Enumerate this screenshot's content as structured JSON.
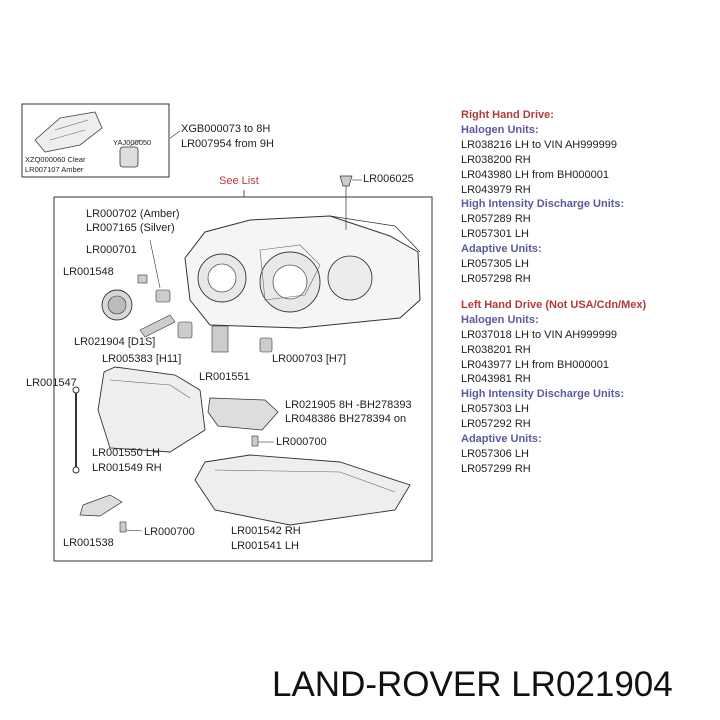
{
  "inset": {
    "callout_1": "XGB000073 to 8H",
    "callout_2": "LR007954 from 9H",
    "bulb_part": "YAJ000050",
    "lamp_line_1": "XZQ000060 Clear",
    "lamp_line_2": "LR007107 Amber"
  },
  "main": {
    "see_list": "See List",
    "labels": [
      "LR006025",
      "LR000702 (Amber)",
      "LR007165 (Silver)",
      "LR000701",
      "LR001548",
      "LR021904 [D1S]",
      "LR005383 [H11]",
      "LR000703 [H7]",
      "LR001547",
      "LR001551",
      "LR021905 8H -BH278393",
      "LR048386 BH278394 on",
      "LR000700",
      "LR001550 LH",
      "LR001549 RH",
      "LR000700",
      "LR001542 RH",
      "LR001541 LH",
      "LR001538"
    ]
  },
  "parts_list": {
    "right_hand_drive": {
      "title": "Right Hand Drive:",
      "sections": [
        {
          "heading": "Halogen Units:",
          "items": [
            "LR038216 LH to VIN AH999999",
            "LR038200 RH",
            "LR043980 LH from BH000001",
            "LR043979 RH"
          ]
        },
        {
          "heading": "High Intensity Discharge Units:",
          "items": [
            "LR057289 RH",
            "LR057301 LH"
          ]
        },
        {
          "heading": "Adaptive Units:",
          "items": [
            "LR057305 LH",
            "LR057298 RH"
          ]
        }
      ]
    },
    "left_hand_drive": {
      "title": "Left Hand Drive (Not USA/Cdn/Mex)",
      "sections": [
        {
          "heading": "Halogen Units:",
          "items": [
            "LR037018 LH to VIN AH999999",
            "LR038201 RH",
            "LR043977 LH from BH000001",
            "LR043981 RH"
          ]
        },
        {
          "heading": "High Intensity Discharge Units:",
          "items": [
            "LR057303 LH",
            "LR057292 RH"
          ]
        },
        {
          "heading": "Adaptive Units:",
          "items": [
            "LR057306 LH",
            "LR057299 RH"
          ]
        }
      ]
    }
  },
  "footer": {
    "brand_part": "LAND-ROVER LR021904"
  }
}
